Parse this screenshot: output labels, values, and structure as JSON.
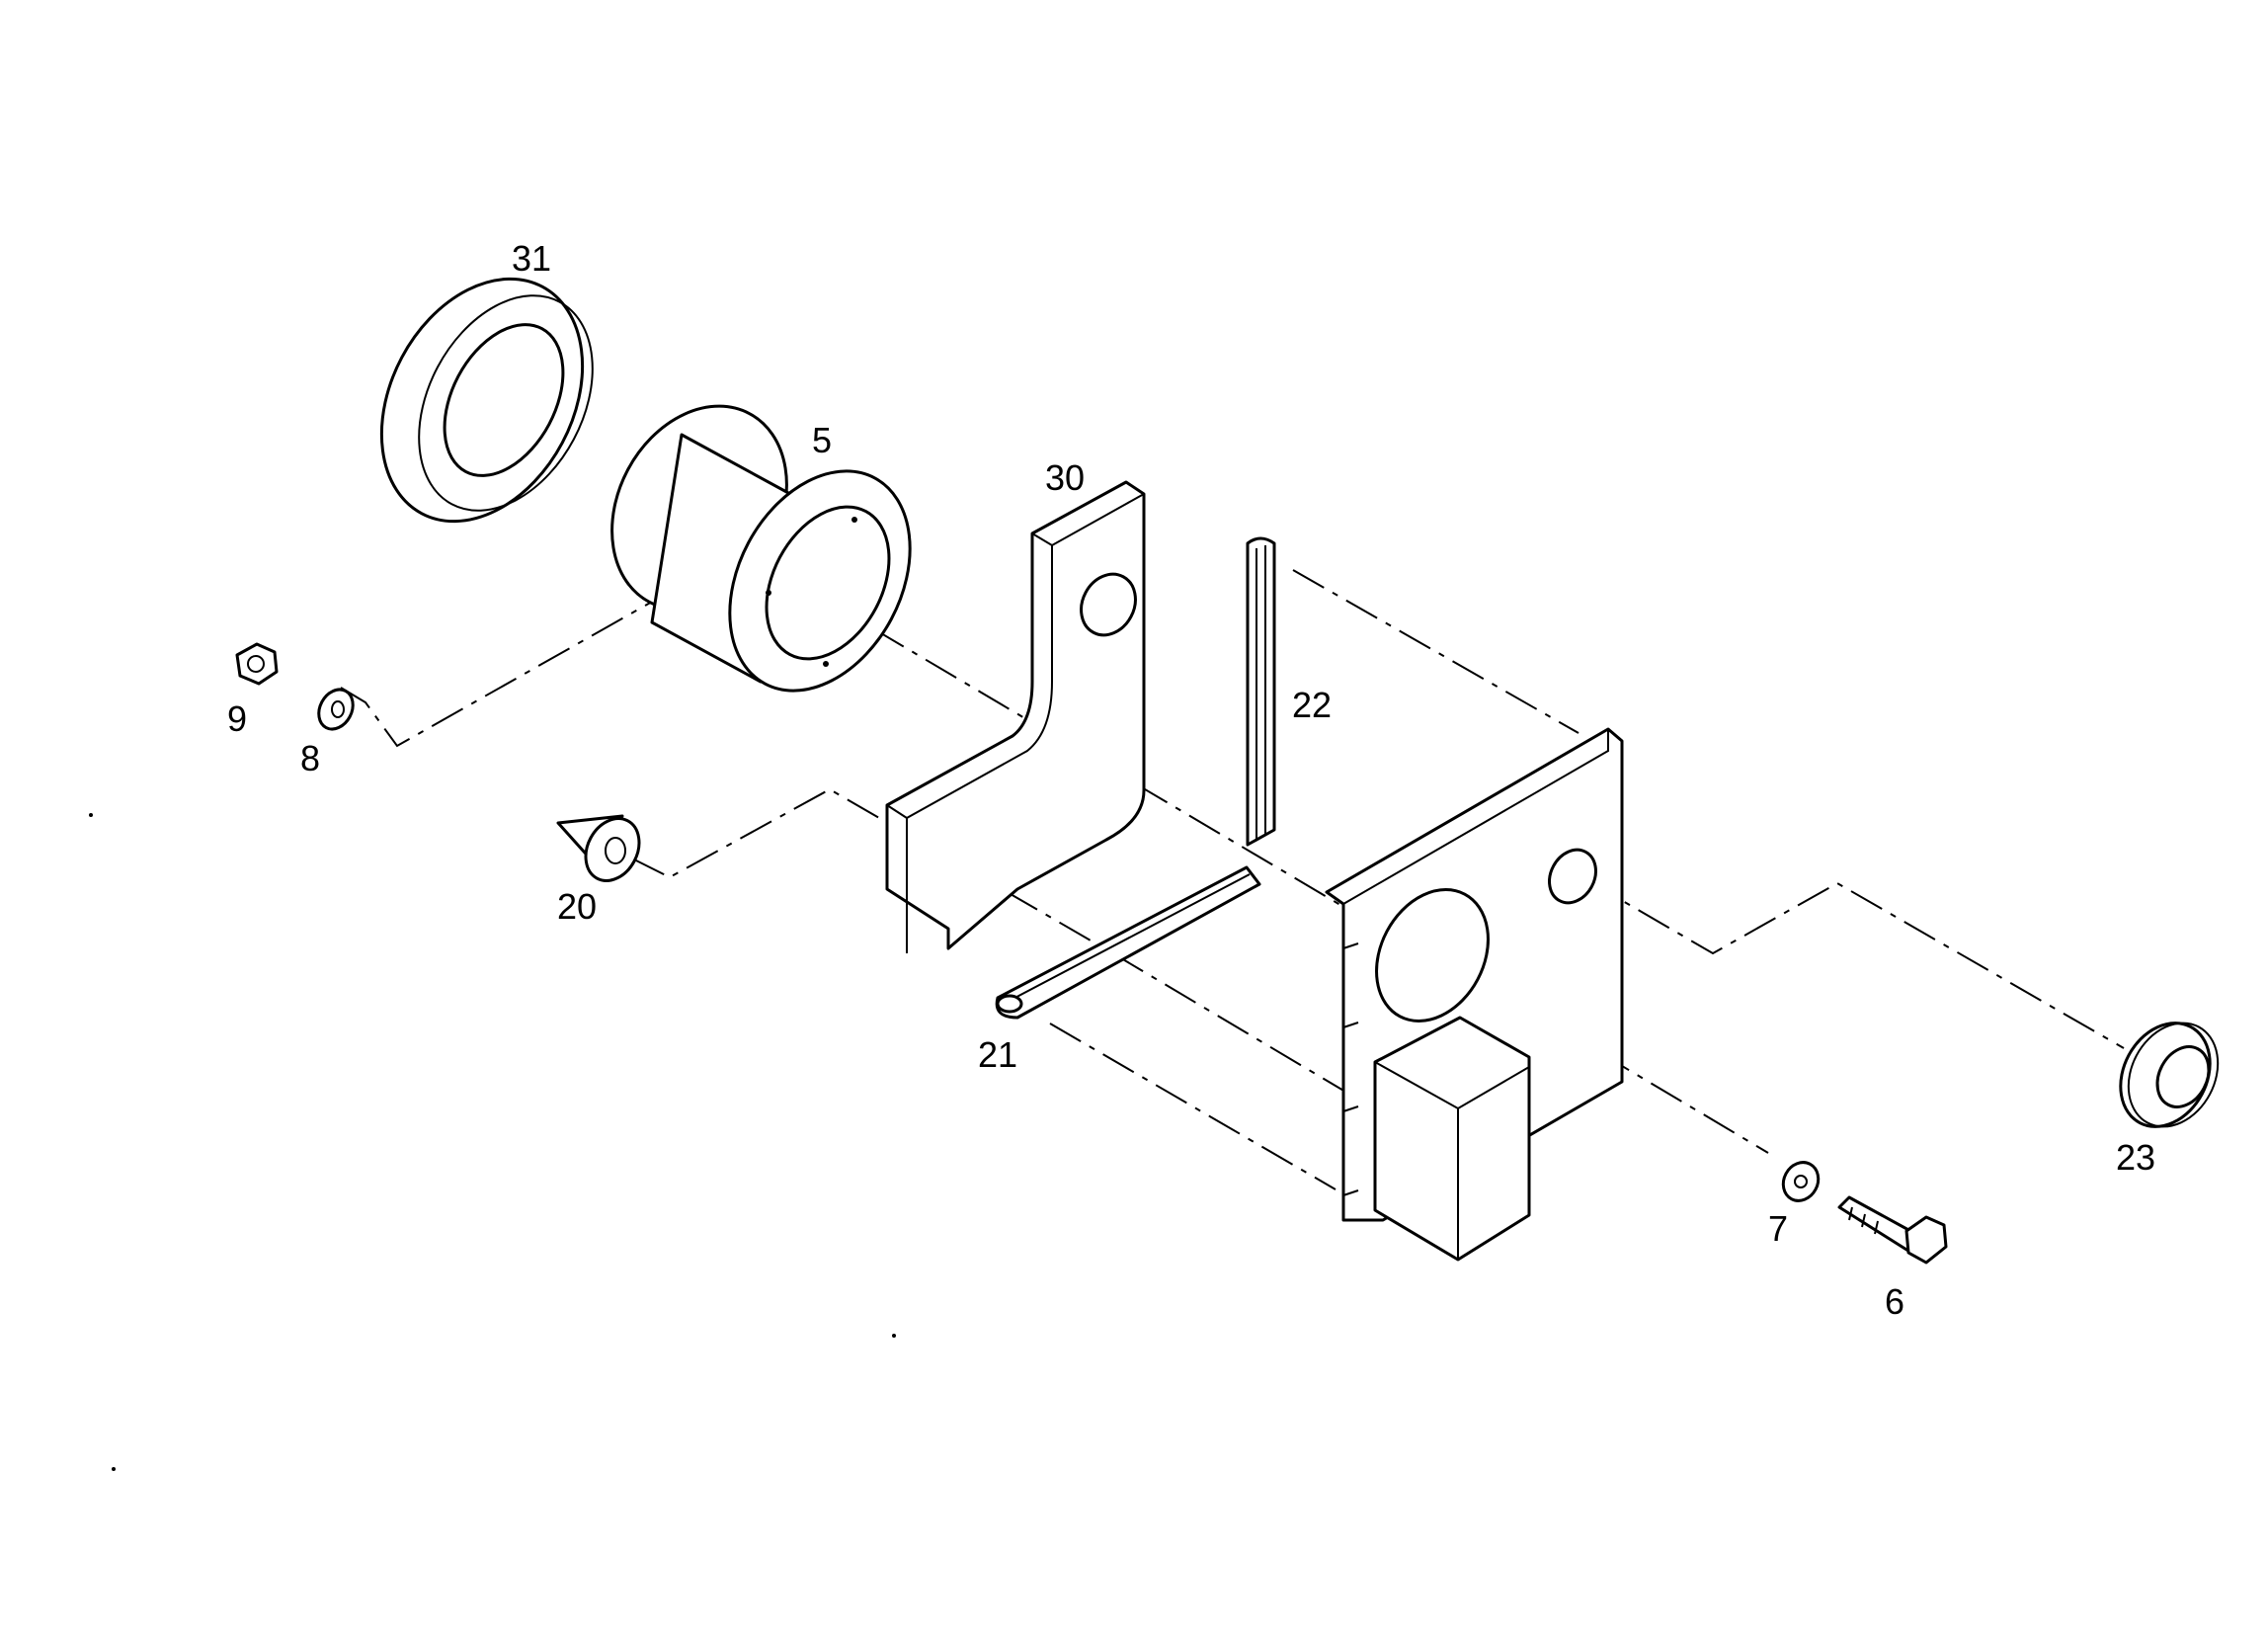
{
  "diagram": {
    "parts": [
      {
        "id": "31",
        "label": "31"
      },
      {
        "id": "5",
        "label": "5"
      },
      {
        "id": "30",
        "label": "30"
      },
      {
        "id": "22",
        "label": "22"
      },
      {
        "id": "9",
        "label": "9"
      },
      {
        "id": "8",
        "label": "8"
      },
      {
        "id": "20",
        "label": "20"
      },
      {
        "id": "21",
        "label": "21"
      },
      {
        "id": "23",
        "label": "23"
      },
      {
        "id": "7",
        "label": "7"
      },
      {
        "id": "6",
        "label": "6"
      }
    ]
  }
}
